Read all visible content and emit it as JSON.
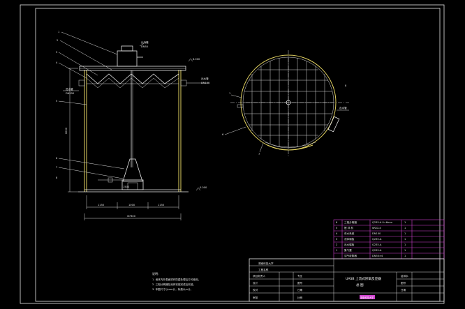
{
  "colors": {
    "background": "#000000",
    "line": "#e8e8e8",
    "wall": "#e0d060",
    "table_grid": "#d040d0",
    "stamp": "#d040d0"
  },
  "elevation": {
    "callouts": [
      "1",
      "2",
      "3",
      "4",
      "5",
      "6",
      "7",
      "8"
    ],
    "side_labels": [
      "出水管",
      "DN100"
    ],
    "top_labels": [
      "出气管",
      "DN50"
    ],
    "left_labels": [
      "进水管",
      "DN150"
    ],
    "height_dim": "6000",
    "bottom_dims": [
      "1150",
      "1000",
      "1150"
    ],
    "total_dim": "Φ7300",
    "elev_marks": [
      "6.000",
      "0.000"
    ],
    "base_dim": "1500"
  },
  "plan": {
    "callouts": [
      "6",
      "7",
      "8"
    ],
    "right_labels": [
      "出水管"
    ],
    "left_labels": [
      "1"
    ]
  },
  "notes": {
    "title": "说明:",
    "lines": [
      "1. 池体内外表面须作防腐处理后方可使用。",
      "2. 三相分离器在池体安装完成后安装。",
      "3. 本图尺寸以mm计，标高以m计。"
    ]
  },
  "parts_table": {
    "rows": [
      [
        "6",
        "三相分离器",
        "Q235-A δ=6mm",
        "1",
        ""
      ],
      [
        "5",
        "搅 拌 机",
        "WGD-4",
        "1",
        ""
      ],
      [
        "4",
        "布水系统",
        "DN100",
        "1",
        ""
      ],
      [
        "3",
        "池体钢板",
        "Q235-A",
        "1",
        ""
      ],
      [
        "2",
        "出水堰板",
        "Q235-A",
        "1",
        ""
      ],
      [
        "1",
        "集气罩",
        "Q235-A",
        "1",
        ""
      ],
      [
        "",
        "沼气收集器",
        "DN50×4",
        "1",
        ""
      ]
    ]
  },
  "title_block": {
    "company": "湖南科技大学",
    "subtitle": "工程名称",
    "drawing_title": "UASB 上流式厌氧反应器",
    "drawing_subtitle": "总 图",
    "labels": [
      "项目负责人",
      "设计",
      "校对",
      "审核",
      "专业",
      "图号",
      "日期",
      "比例"
    ],
    "values": [
      "",
      "",
      "",
      "",
      "给排水",
      "",
      "",
      ""
    ],
    "stamp": "湖南科技大学"
  }
}
